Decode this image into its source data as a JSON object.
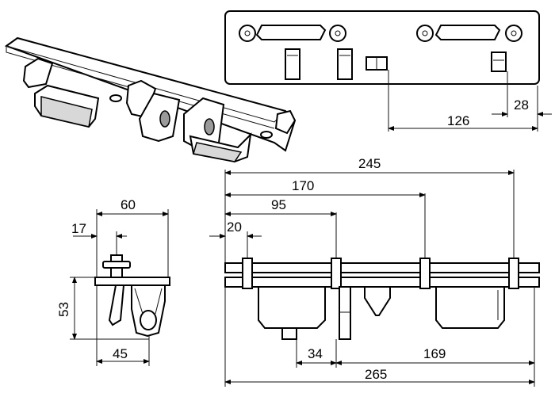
{
  "dimensions": {
    "front": {
      "d245": "245",
      "d170": "170",
      "d95": "95",
      "d20": "20",
      "d34": "34",
      "d169": "169",
      "d265": "265"
    },
    "side": {
      "d60": "60",
      "d17": "17",
      "d53": "53",
      "d45": "45"
    },
    "top": {
      "d28": "28",
      "d126": "126"
    }
  }
}
